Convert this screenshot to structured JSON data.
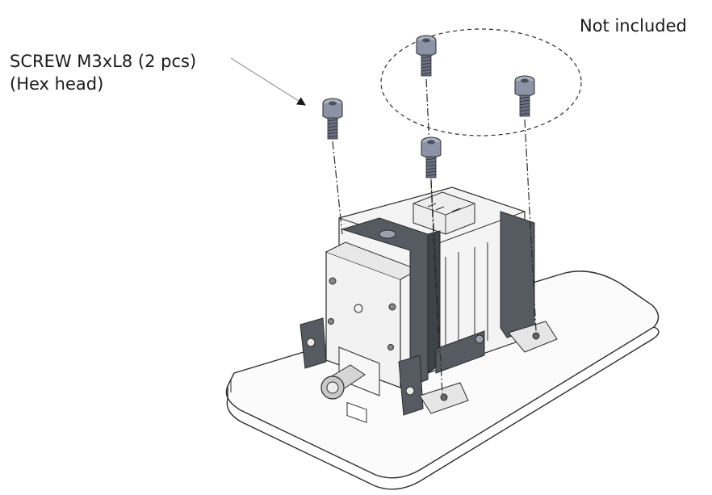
{
  "annotations": {
    "screw_label_line1": "SCREW M3xL8 (2 pcs)",
    "screw_label_line2": "(Hex head)",
    "not_included": "Not included"
  },
  "colors": {
    "line": "#2b2b2b",
    "bracket_fill": "#555b60",
    "screw_head": "#8c93a6",
    "screw_thread": "#6a7082",
    "body_fill": "#f4f4f4",
    "plate_fill": "#fbfbfb"
  }
}
